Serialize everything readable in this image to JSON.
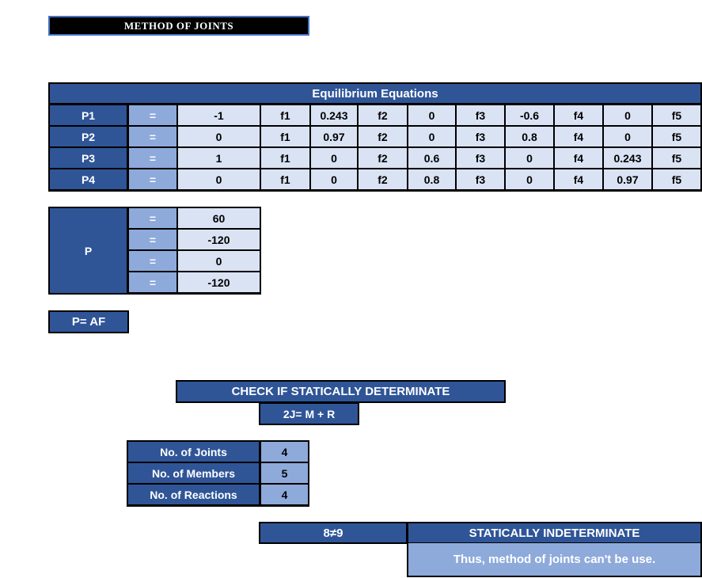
{
  "title": "METHOD OF JOINTS",
  "equilibrium": {
    "header": "Equilibrium Equations",
    "rows": [
      {
        "p": "P1",
        "eq": "=",
        "c1": "-1",
        "f1": "f1",
        "c2": "0.243",
        "f2": "f2",
        "c3": "0",
        "f3": "f3",
        "c4": "-0.6",
        "f4": "f4",
        "c5": "0",
        "f5": "f5"
      },
      {
        "p": "P2",
        "eq": "=",
        "c1": "0",
        "f1": "f1",
        "c2": "0.97",
        "f2": "f2",
        "c3": "0",
        "f3": "f3",
        "c4": "0.8",
        "f4": "f4",
        "c5": "0",
        "f5": "f5"
      },
      {
        "p": "P3",
        "eq": "=",
        "c1": "1",
        "f1": "f1",
        "c2": "0",
        "f2": "f2",
        "c3": "0.6",
        "f3": "f3",
        "c4": "0",
        "f4": "f4",
        "c5": "0.243",
        "f5": "f5"
      },
      {
        "p": "P4",
        "eq": "=",
        "c1": "0",
        "f1": "f1",
        "c2": "0",
        "f2": "f2",
        "c3": "0.8",
        "f3": "f3",
        "c4": "0",
        "f4": "f4",
        "c5": "0.97",
        "f5": "f5"
      }
    ]
  },
  "p_vector": {
    "label": "P",
    "rows": [
      {
        "eq": "=",
        "value": "60"
      },
      {
        "eq": "=",
        "value": "-120"
      },
      {
        "eq": "=",
        "value": "0"
      },
      {
        "eq": "=",
        "value": "-120"
      }
    ]
  },
  "p_equation": "P= AF",
  "determinacy": {
    "title": "CHECK IF STATICALLY DETERMINATE",
    "formula": "2J= M + R",
    "counts": [
      {
        "label": "No. of Joints",
        "value": "4"
      },
      {
        "label": "No. of Members",
        "value": "5"
      },
      {
        "label": "No. of Reactions",
        "value": "4"
      }
    ],
    "inequality": "8≠9",
    "status": "STATICALLY INDETERMINATE",
    "conclusion": "Thus, method of joints can't be use."
  }
}
